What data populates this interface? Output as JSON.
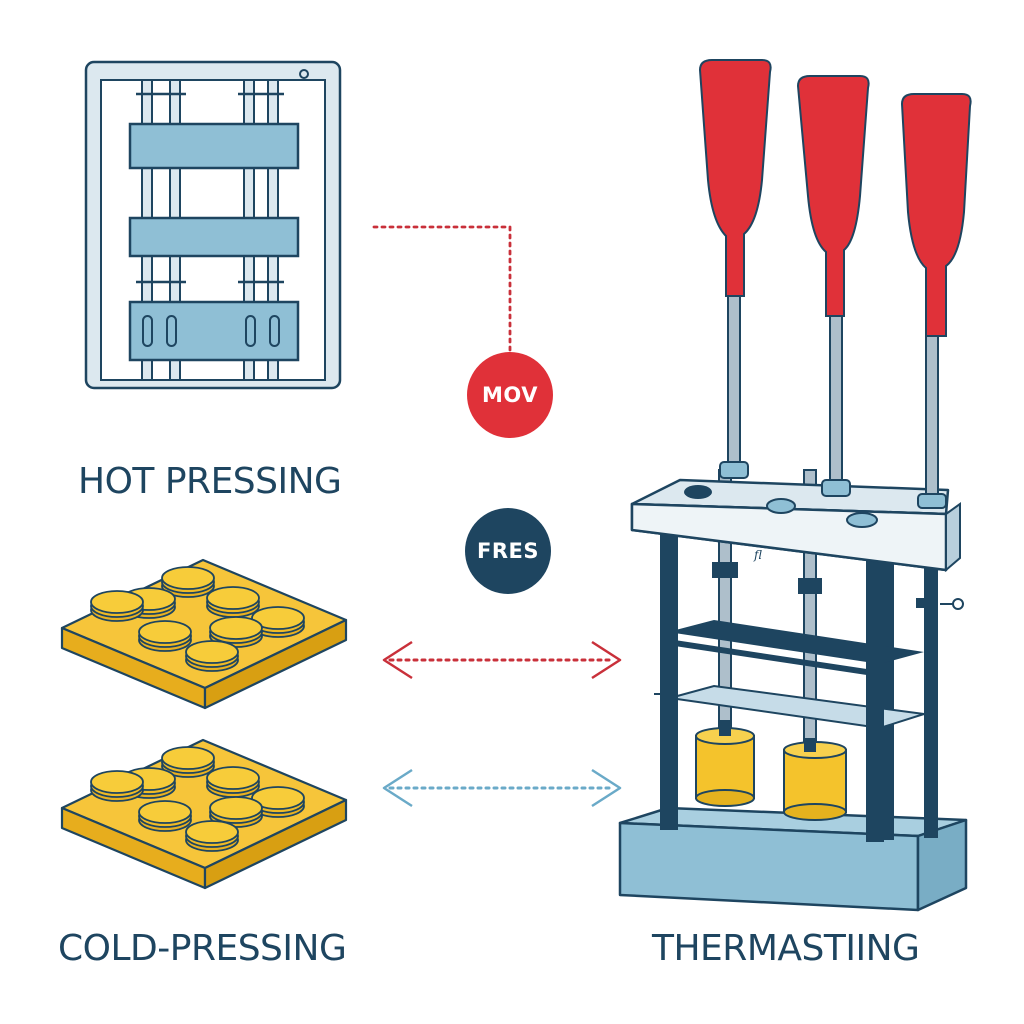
{
  "labels": {
    "hot_pressing": "HOT PRESSING",
    "cold_pressing": "COLD-PRESSING",
    "thermastiing": "THERMASTIING"
  },
  "badges": {
    "mov": "MOV",
    "fres": "FRES",
    "fl_mark": "fl"
  },
  "colors": {
    "navy": "#1e4560",
    "steel_blue": "#8fbfd5",
    "light_steel": "#dce8ef",
    "red": "#e03139",
    "yellow": "#f4c32c",
    "arrow_red": "#c9303a",
    "arrow_blue": "#6aaac8"
  },
  "icons": [
    "hot-press-machine-icon",
    "gold-pellet-tray-icon",
    "thermoforming-press-icon",
    "dotted-arrow-icon"
  ]
}
